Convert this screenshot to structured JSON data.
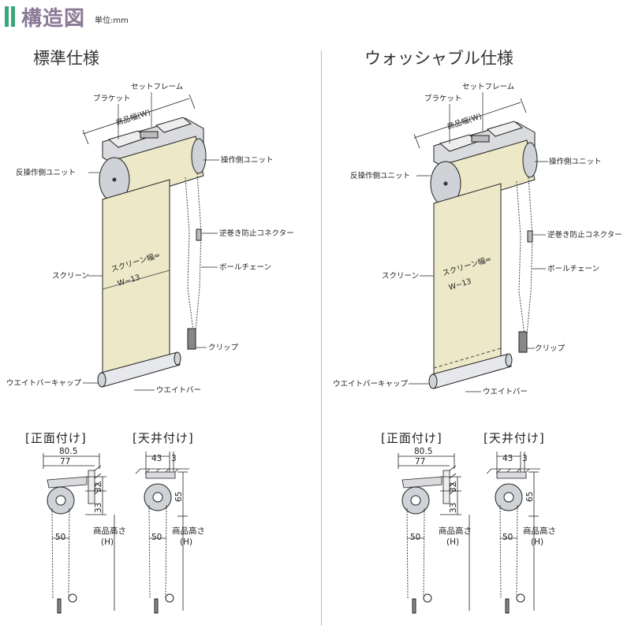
{
  "header": {
    "title": "構造図",
    "unit": "単位:mm"
  },
  "standard": {
    "title": "標準仕様",
    "callouts": {
      "set_frame": "セットフレーム",
      "bracket": "ブラケット",
      "product_width": "商品幅(W)",
      "operation_unit": "操作側ユニット",
      "idle_unit": "反操作側ユニット",
      "anti_rewind": "逆巻き防止コネクター",
      "screen": "スクリーン",
      "screen_width_1": "スクリーン幅=",
      "screen_width_2": "W−13",
      "ball_chain": "ボールチェーン",
      "clip": "クリップ",
      "weight_cap": "ウエイトバーキャップ",
      "weight_bar": "ウエイトバー"
    },
    "front_mount": {
      "title": "[正面付け]",
      "d_total": "80.5",
      "d_inner": "77",
      "d_32": "32",
      "d_33": "33",
      "d_50": "50",
      "height_label": "商品高さ",
      "height_sym": "(H)"
    },
    "ceiling_mount": {
      "title": "[天井付け]",
      "d_43": "43",
      "d_3": "3",
      "d_65": "65",
      "d_50": "50",
      "height_label": "商品高さ",
      "height_sym": "(H)"
    }
  },
  "washable": {
    "title": "ウォッシャブル仕様",
    "callouts": {
      "set_frame": "セットフレーム",
      "bracket": "ブラケット",
      "product_width": "商品幅(W)",
      "operation_unit": "操作側ユニット",
      "idle_unit": "反操作側ユニット",
      "anti_rewind": "逆巻き防止コネクター",
      "screen": "スクリーン",
      "screen_width_1": "スクリーン幅=",
      "screen_width_2": "W−13",
      "ball_chain": "ボールチェーン",
      "clip": "クリップ",
      "weight_cap": "ウエイトバーキャップ",
      "weight_bar": "ウエイトバー"
    },
    "front_mount": {
      "title": "[正面付け]",
      "d_total": "80.5",
      "d_inner": "77",
      "d_32": "32",
      "d_33": "33",
      "d_50": "50",
      "height_label": "商品高さ",
      "height_sym": "(H)"
    },
    "ceiling_mount": {
      "title": "[天井付け]",
      "d_43": "43",
      "d_3": "3",
      "d_65": "65",
      "d_50": "50",
      "height_label": "商品高さ",
      "height_sym": "(H)"
    }
  },
  "colors": {
    "accent": "#3aa77a",
    "header_text": "#8a7a95",
    "screen": "#ece8c8",
    "metal": "#cfd2d6",
    "line": "#222222"
  }
}
